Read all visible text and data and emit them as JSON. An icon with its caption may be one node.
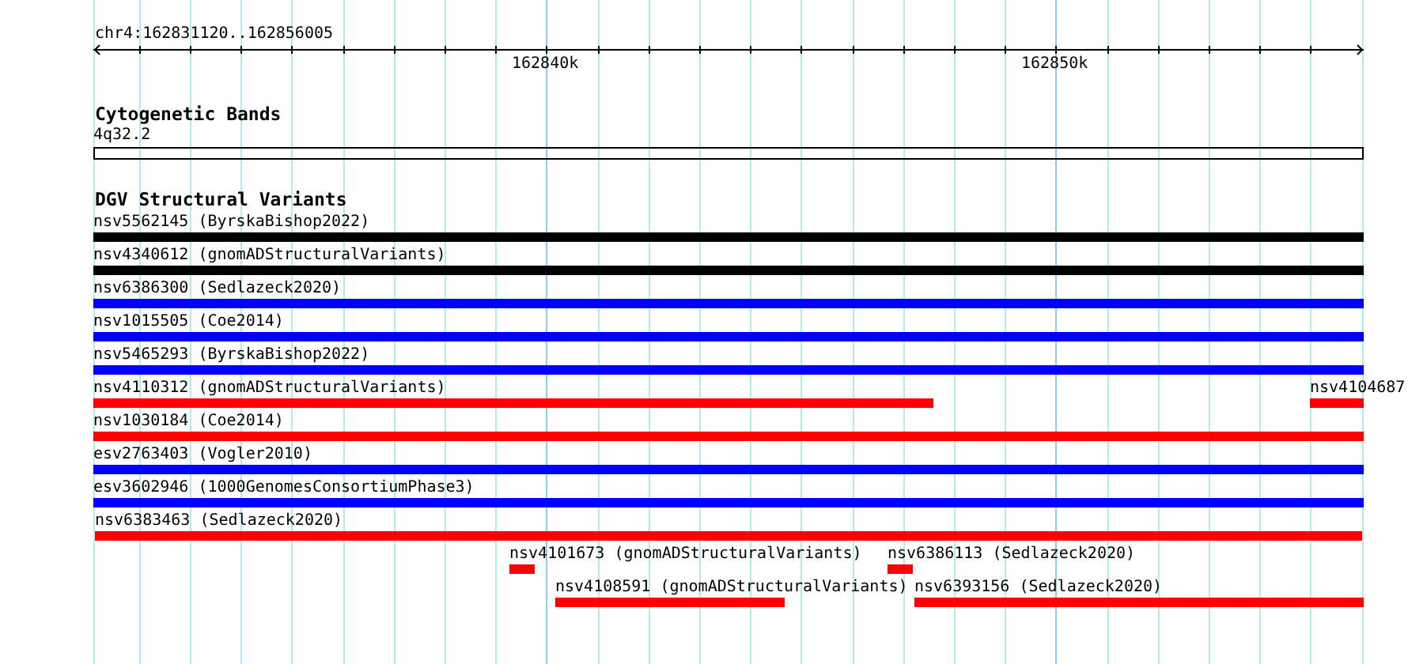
{
  "diagram": {
    "nodes": [
      {
        "text": [
          "4q32.2"
        ]
      },
      {
        "text": [
          "nsv5562145 (ByrskaBishop2022)"
        ]
      },
      {
        "text": [
          "nsv4340612 (gnomADStructuralVariants)"
        ]
      },
      {
        "text": [
          "nsv6386300 (Sedlazeck2020)"
        ]
      },
      {
        "text": [
          "nsv1015505 (Coe2014)"
        ]
      },
      {
        "text": [
          "nsv5465293 (ByrskaBishop2022)"
        ]
      },
      {
        "text": [
          "nsv4110312 (gnomADStructuralVariants)"
        ]
      },
      {
        "text": [
          "nsv4104687"
        ]
      },
      {
        "text": [
          "nsv1030184 (Coe2014)"
        ]
      },
      {
        "text": [
          "esv2763403 (Vogler2010)"
        ]
      },
      {
        "text": [
          "esv3602946 (1000GenomesConsortiumPhase3)"
        ]
      },
      {
        "text": [
          "nsv6383463 (Sedlazeck2020)"
        ]
      },
      {
        "text": [
          "nsv4101673 (gnomADStructuralVariants)"
        ]
      },
      {
        "text": [
          "nsv6386113 (Sedlazeck2020)"
        ]
      },
      {
        "text": [
          "nsv4108591 (gnomADStructuralVariants)"
        ]
      },
      {
        "text": [
          "nsv6393156 (Sedlazeck2020)"
        ]
      }
    ],
    "labels": [
      "chr4:162831120..162856005",
      "162840k",
      "162850k",
      "Cytogenetic Bands",
      "DGV Structural Variants"
    ]
  }
}
